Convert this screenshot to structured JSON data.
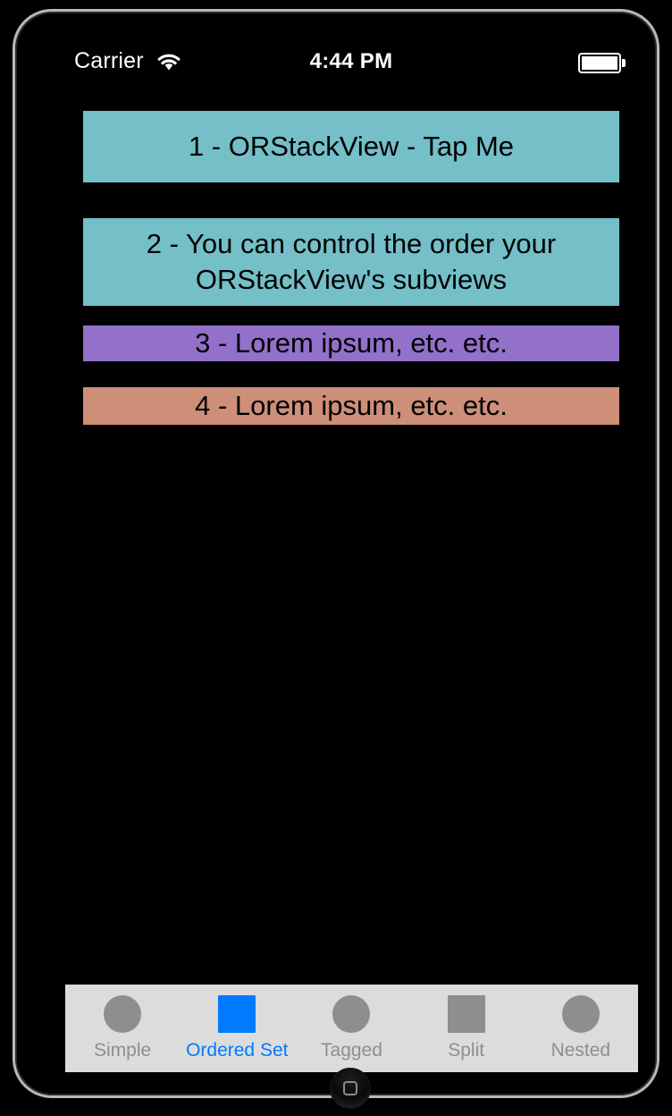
{
  "device": {
    "name": "iphone-simulator",
    "chrome_color": "#b9b9b9"
  },
  "status_bar": {
    "carrier": "Carrier",
    "wifi_icon": "wifi-icon",
    "time": "4:44 PM",
    "battery_icon": "battery-full-icon",
    "battery_level_percent": 100,
    "text_color": "#ffffff",
    "background": "#000000"
  },
  "screen": {
    "background": "#000000"
  },
  "stack_view": {
    "name": "ORStackView",
    "rows": [
      {
        "index": "1",
        "lines": [
          "1 - ORStackView - Tap Me"
        ],
        "color": "#74bfc8",
        "height": 80,
        "margin_top": 0,
        "text_color": "#000000"
      },
      {
        "index": "2",
        "lines": [
          "2 - You can control the order your",
          "ORStackView's subviews"
        ],
        "color": "#74bfc8",
        "height": 98,
        "margin_top": 40,
        "text_color": "#000000"
      },
      {
        "index": "3",
        "lines": [
          "3 - Lorem ipsum, etc. etc."
        ],
        "color": "#9370ca",
        "height": 40,
        "margin_top": 22,
        "text_color": "#000000"
      },
      {
        "index": "4",
        "lines": [
          "4 - Lorem ipsum, etc. etc."
        ],
        "color": "#cd8f78",
        "height": 42,
        "margin_top": 29,
        "text_color": "#000000"
      }
    ]
  },
  "tab_bar": {
    "background": "#dcdcdc",
    "selected_index": 1,
    "selected_color": "#007aff",
    "unselected_color": "#8e8e8e",
    "items": [
      {
        "label": "Simple",
        "icon": "circle-icon",
        "shape": "circle",
        "selected": false
      },
      {
        "label": "Ordered Set",
        "icon": "square-icon",
        "shape": "square",
        "selected": true
      },
      {
        "label": "Tagged",
        "icon": "circle-icon",
        "shape": "circle",
        "selected": false
      },
      {
        "label": "Split",
        "icon": "square-icon",
        "shape": "square",
        "selected": false
      },
      {
        "label": "Nested",
        "icon": "circle-icon",
        "shape": "circle",
        "selected": false
      }
    ]
  },
  "home_button": {
    "icon": "home-square-icon"
  }
}
